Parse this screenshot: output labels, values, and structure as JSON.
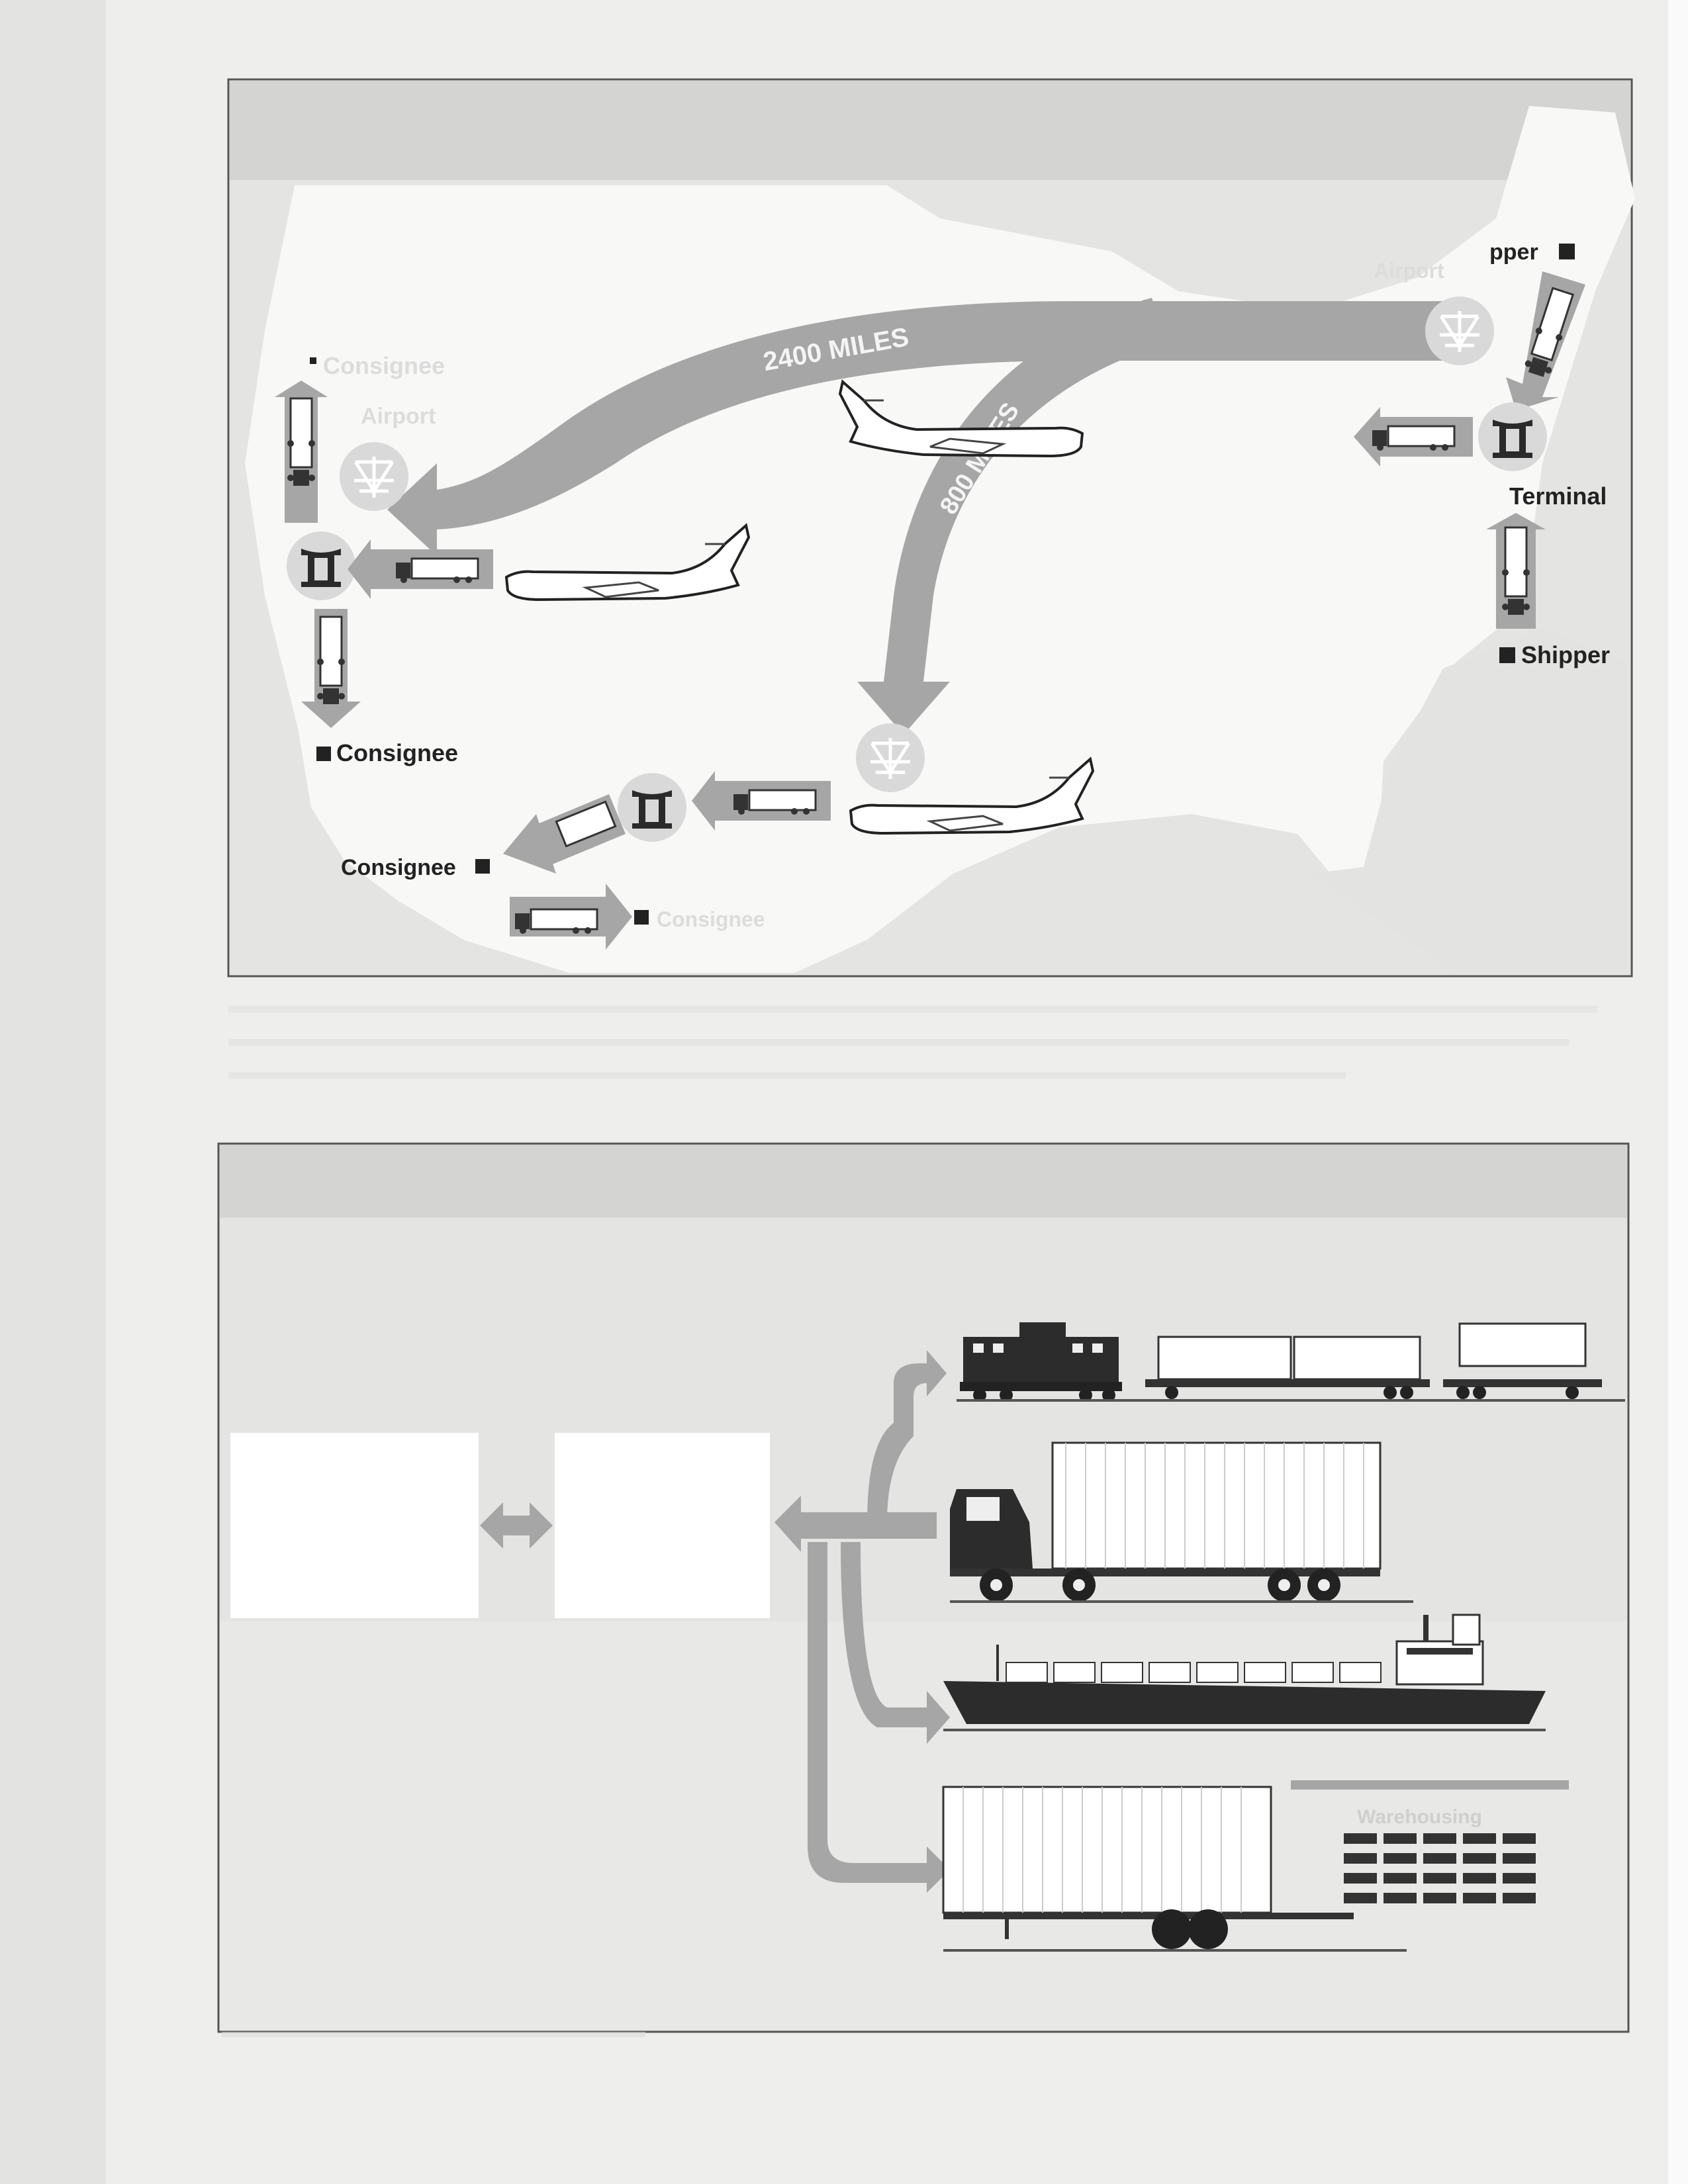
{
  "map_figure": {
    "route_labels": {
      "long": "2400 MILES",
      "short": "800 MILES"
    },
    "west_labels": {
      "consignee_north": "Consignee",
      "airport": "Airport",
      "consignee_south": "Consignee"
    },
    "south_labels": {
      "consignee_left": "Consignee",
      "consignee_right": "Consignee"
    },
    "east_labels": {
      "shipper_north": "pper",
      "airport": "Airport",
      "terminal": "Terminal",
      "shipper_south": "Shipper"
    }
  },
  "modes_figure": {
    "warehouse_sign": "Warehousing"
  },
  "colors": {
    "arrow": "#a6a6a6",
    "land": "#f8f8f7",
    "frame": "#555555",
    "dark": "#222222"
  },
  "icons": [
    "airport-icon",
    "terminal-icon",
    "truck-icon",
    "aircraft-icon",
    "locomotive-icon",
    "ship-icon"
  ]
}
